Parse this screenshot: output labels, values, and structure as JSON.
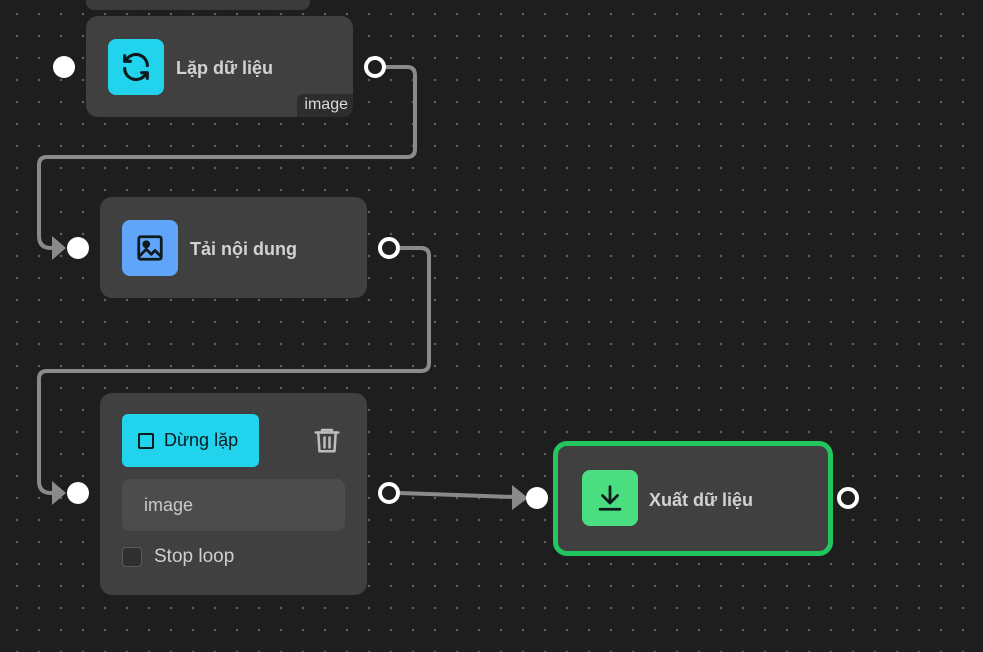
{
  "canvas": {
    "nodes": {
      "loop_data": {
        "title": "Lặp dữ liệu",
        "icon": "refresh-icon",
        "icon_bg": "#22d3ee",
        "tag": "image"
      },
      "load_content": {
        "title": "Tải nội dung",
        "icon": "image-icon",
        "icon_bg": "#60a5fa"
      },
      "stop_loop": {
        "button_label": "Dừng lặp",
        "button_bg": "#22d3ee",
        "field_value": "image",
        "checkbox_label": "Stop loop",
        "checkbox_checked": false
      },
      "export_data": {
        "title": "Xuất dữ liệu",
        "icon": "download-icon",
        "icon_bg": "#4ade80",
        "selected": true,
        "selected_color": "#22c55e"
      }
    },
    "edge_color": "#8a8a8a"
  }
}
